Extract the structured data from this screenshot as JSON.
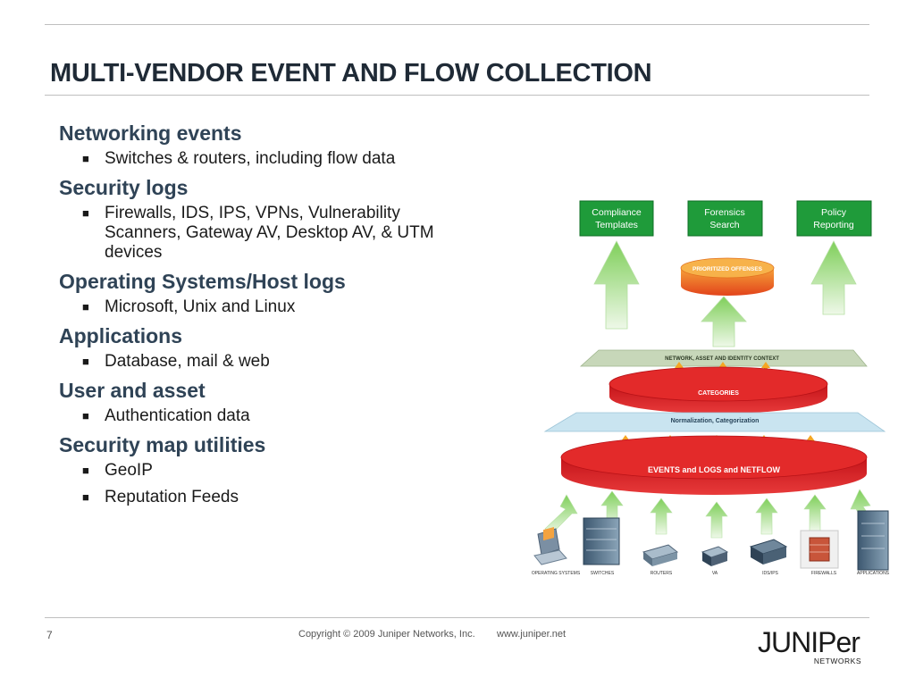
{
  "slide": {
    "title": "MULTI-VENDOR EVENT AND FLOW COLLECTION",
    "sections": [
      {
        "heading": "Networking events",
        "items": [
          "Switches & routers, including flow data"
        ]
      },
      {
        "heading": "Security logs",
        "items": [
          "Firewalls, IDS, IPS, VPNs, Vulnerability Scanners, Gateway AV, Desktop AV, & UTM devices"
        ]
      },
      {
        "heading": "Operating Systems/Host logs",
        "items": [
          "Microsoft, Unix and Linux"
        ]
      },
      {
        "heading": "Applications",
        "items": [
          "Database, mail & web"
        ]
      },
      {
        "heading": "User and asset",
        "items": [
          "Authentication data"
        ]
      },
      {
        "heading": "Security map utilities",
        "items": [
          "GeoIP",
          "Reputation Feeds"
        ]
      }
    ]
  },
  "diagram": {
    "top_boxes": [
      {
        "line1": "Compliance",
        "line2": "Templates"
      },
      {
        "line1": "Forensics",
        "line2": "Search"
      },
      {
        "line1": "Policy",
        "line2": "Reporting"
      }
    ],
    "prioritized": "PRIORITIZED OFFENSES",
    "context_layer": "NETWORK, ASSET AND IDENTITY CONTEXT",
    "categories": "CATEGORIES",
    "normalization": "Normalization, Categorization",
    "events": "EVENTS and LOGS and NETFLOW",
    "sources": [
      "OPERATING SYSTEMS",
      "SWITCHES",
      "ROUTERS",
      "VA",
      "IDS/IPS",
      "FIREWALLS",
      "APPLICATIONS"
    ]
  },
  "footer": {
    "page_number": "7",
    "copyright": "Copyright © 2009 Juniper Networks, Inc.",
    "url": "www.juniper.net",
    "logo_text": "JUNIPer",
    "logo_sub": "NETWORKS"
  },
  "colors": {
    "title": "#1f2a36",
    "heading": "#2f4356",
    "box_green": "#1f9b3a",
    "arrow_green": "#8fd36b",
    "red_disc": "#d9191d",
    "context_layer": "#c7d7b9",
    "normalization_layer": "#c9e4f0"
  }
}
